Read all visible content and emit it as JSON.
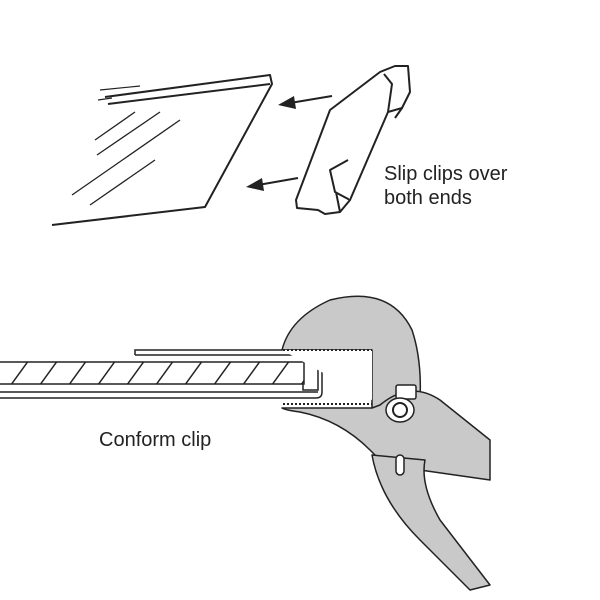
{
  "step1": {
    "caption_line1": "Slip clips over",
    "caption_line2": "both ends"
  },
  "step2": {
    "caption": "Conform clip"
  },
  "colors": {
    "ink": "#222222",
    "tool_fill": "#c9c9c9"
  }
}
